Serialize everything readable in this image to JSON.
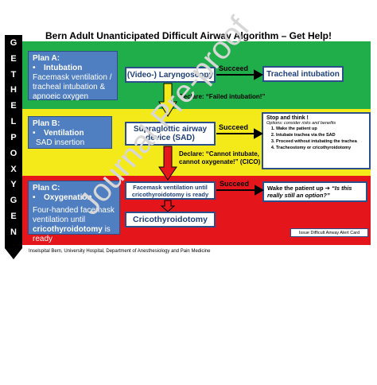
{
  "title": "Bern Adult Unanticipated Difficult Airway Algorithm – Get Help!",
  "sidebar_letters": [
    "G",
    "E",
    "T",
    "H",
    "E",
    "L",
    "P",
    "O",
    "X",
    "Y",
    "G",
    "E",
    "N"
  ],
  "plan_a": {
    "title": "Plan A:",
    "bullet": "•",
    "item": "Intubation",
    "text": "Facemask ventilation / tracheal intubation & apnoeic oxygen"
  },
  "plan_b": {
    "title": "Plan B:",
    "bullet": "•",
    "item": "Ventilation",
    "text": "SAD insertion"
  },
  "plan_c": {
    "title": "Plan C:",
    "bullet": "•",
    "item": "Oxygenation",
    "text_1": "Four-handed facemask ventilation until",
    "text_2": "cricothyroidotomy",
    "text_3": "is ready"
  },
  "boxes": {
    "laryngoscopy": "(Video-) Laryngoscopy",
    "tracheal_intubation": "Tracheal intubation",
    "sad": "Supraglottic airway device (SAD)",
    "facemask_ventilation": "Facemask ventilation until cricothyroidotomy is ready",
    "cricothyroidotomy": "Cricothyroidotomy",
    "alert_card": "Issue Difficult Airway Alert Card"
  },
  "succeed": [
    "Succeed",
    "Succeed",
    "Succeed"
  ],
  "declares": {
    "failed_intubation": "Declare: “Failed intubation!”",
    "cico_1": "Declare: “Cannot intubate,",
    "cico_2": "cannot oxygenate!” (CICO)"
  },
  "stop_think": {
    "title": "Stop and think !",
    "subtitle": "Options: consider risks and benefits",
    "options": [
      "Wake the patient up",
      "Intubate trachea via the SAD",
      "Proceed without intubating the trachea",
      "Tracheostomy or cricothyroidotomy"
    ]
  },
  "wake_up": {
    "lead": "Wake the patient up ➔",
    "question": "“Is this really still an option?”"
  },
  "footer": "Inselspital Bern, University Hospital, Department of Anesthesiology and Pain Medicine",
  "watermark": "Journal Pre-proof",
  "colors": {
    "green": "#1fae4a",
    "yellow": "#f4ea1a",
    "red": "#e5161b",
    "blue": "#4f7ec1",
    "navy": "#1f3f7a"
  }
}
